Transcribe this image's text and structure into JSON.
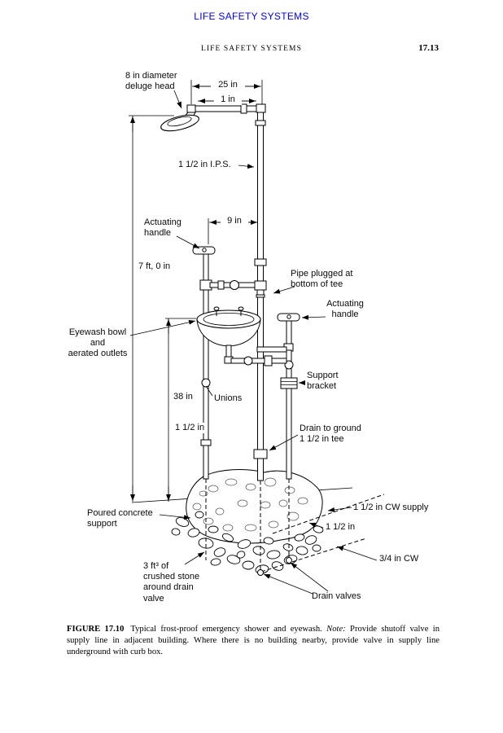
{
  "colors": {
    "link_blue": "#0000ee",
    "ink": "#000000",
    "paper": "#ffffff"
  },
  "page": {
    "top_link": "LIFE SAFETY SYSTEMS",
    "running_head": "LIFE SAFETY SYSTEMS",
    "page_number": "17.13"
  },
  "figure": {
    "labels": {
      "deluge_head": "8 in diameter\ndeluge head",
      "ips": "1 1/2 in I.P.S.",
      "actuating_handle_left": "Actuating\nhandle",
      "pipe_plugged": "Pipe plugged at\nbottom of tee",
      "actuating_handle_right": "Actuating\nhandle",
      "eyewash_bowl": "Eyewash bowl\nand\naerated outlets",
      "support_bracket": "Support\nbracket",
      "unions": "Unions",
      "drain_to_ground": "Drain to ground\n1 1/2 in tee",
      "poured_concrete": "Poured concrete\nsupport",
      "cw_supply": "1 1/2 in CW supply",
      "cw_three_quarter": "3/4 in CW",
      "crushed_stone": "3 ft³ of\ncrushed stone\naround drain\nvalve",
      "drain_valves": "Drain valves"
    },
    "dimensions": {
      "top_width": "25 in",
      "pipe_one": "1 in",
      "handle_offset": "9 in",
      "height": "7 ft, 0 in",
      "bowl_height": "38 in",
      "pipe_mid": "1 1/2 in",
      "pipe_bottom": "1 1/2 in"
    }
  },
  "caption": {
    "figure_label": "FIGURE 17.10",
    "text_before_note": "Typical frost-proof emergency shower and eyewash. ",
    "note_label": "Note:",
    "text_after_note": " Provide shutoff valve in supply line in adjacent building. Where there is no building nearby, provide valve in supply line underground with curb box."
  }
}
